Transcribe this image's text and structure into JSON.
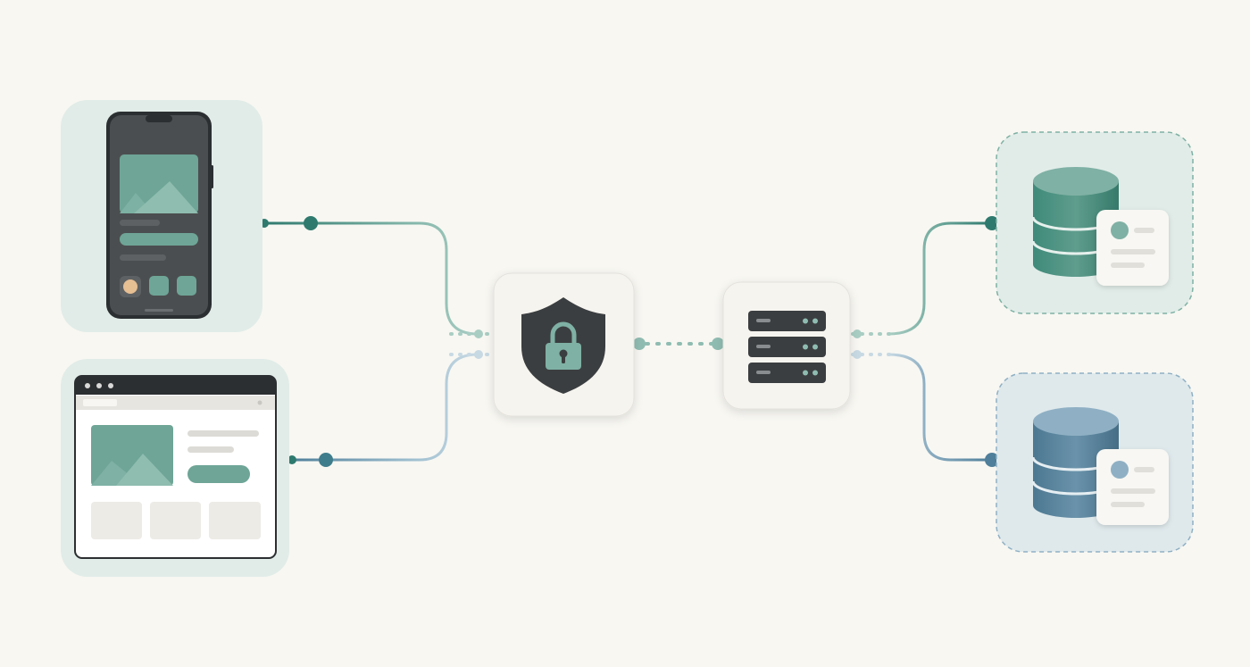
{
  "diagram": {
    "nodes": [
      {
        "id": "mobile-client",
        "kind": "mobile-phone",
        "icon": "mobile-phone-icon"
      },
      {
        "id": "web-client",
        "kind": "browser-window",
        "icon": "browser-window-icon"
      },
      {
        "id": "security-gateway",
        "kind": "shield-lock",
        "icon": "shield-lock-icon"
      },
      {
        "id": "server",
        "kind": "server-rack",
        "icon": "server-rack-icon"
      },
      {
        "id": "database-green",
        "kind": "database-with-record",
        "icon": "database-icon"
      },
      {
        "id": "database-blue",
        "kind": "database-with-record",
        "icon": "database-icon"
      }
    ],
    "edges": [
      {
        "from": "mobile-client",
        "to": "security-gateway",
        "style": "solid-to-dotted"
      },
      {
        "from": "web-client",
        "to": "security-gateway",
        "style": "solid-to-dotted"
      },
      {
        "from": "security-gateway",
        "to": "server",
        "style": "dotted"
      },
      {
        "from": "server",
        "to": "database-green",
        "style": "dotted-to-solid"
      },
      {
        "from": "server",
        "to": "database-blue",
        "style": "dotted-to-solid"
      }
    ]
  },
  "colors": {
    "background": "#f8f7f2",
    "teal": "#2f7a6e",
    "teal_light": "#6ea596",
    "blue": "#6a95b0",
    "blue_dark": "#4f7f9a",
    "panel_green": "#e2ede8",
    "panel_blue": "#dfe9ec",
    "card": "#f6f4ef",
    "dark": "#3b3e40"
  }
}
